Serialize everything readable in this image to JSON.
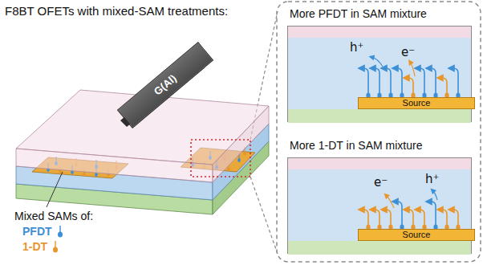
{
  "diagram": {
    "title": "F8BT OFETs with mixed-SAM treatments:",
    "nodes": [
      {
        "text": [
          "G(Al)"
        ]
      },
      {
        "text": [
          "More PFDT in SAM mixture"
        ]
      },
      {
        "text": [
          "Source"
        ],
        "in": 1
      },
      {
        "text": [
          "More 1-DT in SAM mixture"
        ]
      },
      {
        "text": [
          "Source"
        ],
        "in": 3
      }
    ],
    "labels": [
      "Mixed SAMs of:",
      "h⁺",
      "e⁻",
      "e⁻",
      "h⁺"
    ],
    "legend": [
      {
        "text": "PFDT",
        "color": "#3d8fd6"
      },
      {
        "text": "1-DT",
        "color": "#e8962c"
      }
    ]
  }
}
